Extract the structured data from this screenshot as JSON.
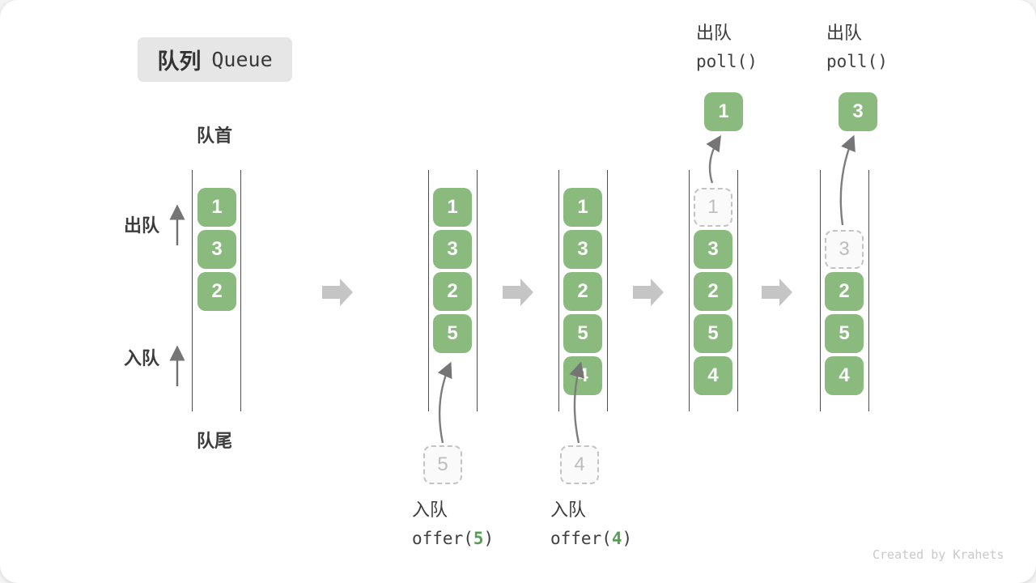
{
  "badge": {
    "zh": "队列",
    "en": "Queue"
  },
  "labels": {
    "front": "队首",
    "rear": "队尾",
    "dequeue_side": "出队",
    "enqueue_side": "入队"
  },
  "colors": {
    "box_green": "#8aba7d",
    "accent_green": "#55a055",
    "badge_bg": "#e6e6e6",
    "arrow_gray": "#c5c5c5",
    "line_gray": "#7d7d7d"
  },
  "states": [
    {
      "items": [
        "1",
        "3",
        "2"
      ]
    },
    {
      "items": [
        "1",
        "3",
        "2",
        "5"
      ],
      "incoming": "5"
    },
    {
      "items": [
        "1",
        "3",
        "2",
        "5",
        "4"
      ],
      "incoming": "4"
    },
    {
      "items": [
        "3",
        "2",
        "5",
        "4"
      ],
      "removed": "1",
      "popped": "1"
    },
    {
      "items": [
        "2",
        "5",
        "4"
      ],
      "removed": "3",
      "popped": "3"
    }
  ],
  "ops": {
    "offer5": {
      "name": "入队",
      "fn": "offer(",
      "arg": "5",
      "close": ")"
    },
    "offer4": {
      "name": "入队",
      "fn": "offer(",
      "arg": "4",
      "close": ")"
    },
    "poll1": {
      "name": "出队",
      "fn": "poll()"
    },
    "poll2": {
      "name": "出队",
      "fn": "poll()"
    }
  },
  "watermark": "Created by Krahets"
}
